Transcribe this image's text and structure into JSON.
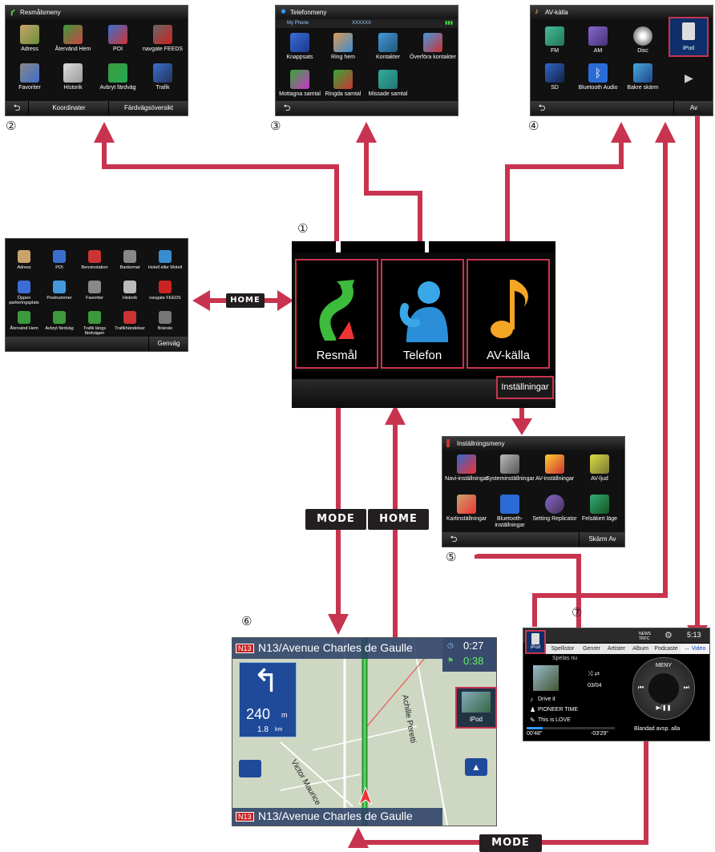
{
  "colors": {
    "arrow": "#c8344f",
    "keycap": "#231f20"
  },
  "callouts": {
    "n1": "①",
    "n2": "②",
    "n3": "③",
    "n4": "④",
    "n5": "⑤",
    "n6": "⑥",
    "n7": "⑦"
  },
  "keys": {
    "home_left": "HOME",
    "mode_center": "MODE",
    "home_center": "HOME",
    "mode_bottom": "MODE"
  },
  "main_menu": {
    "resmal": "Resmål",
    "telefon": "Telefon",
    "av": "AV-källa",
    "settings": "Inställningar"
  },
  "dest_menu": {
    "title": "Resmålsmeny",
    "items": [
      "Adress",
      "Återvänd Hem",
      "POI",
      "navgate FEEDS",
      "Favoriter",
      "Historik",
      "Avbryt färdväg",
      "Trafik"
    ],
    "bottom": [
      "Koordinater",
      "Färdvägsöversikt"
    ]
  },
  "phone_menu": {
    "title": "Telefonmeny",
    "phone_name": "My Phone",
    "device": "XXXXXX",
    "items": [
      "Knappsats",
      "Ring hem",
      "Kontakter",
      "Överföra kontakter",
      "Mottagna samtal",
      "Ringda samtal",
      "Missade samtal"
    ]
  },
  "av_menu": {
    "title": "AV-källa",
    "items": [
      "FM",
      "AM",
      "Disc",
      "iPod",
      "SD",
      "Bluetooth Audio",
      "Bakre skärm"
    ],
    "bottom": "Av"
  },
  "shortcut_menu": {
    "items": [
      "Adress",
      "POI",
      "Bensinstation",
      "Bankomat",
      "Hotell eller Motell",
      "Öppen parkeringsplats",
      "Postnummer",
      "Favoriter",
      "Historik",
      "navgate FEEDS",
      "Återvänd Hem",
      "Avbryt färdväg",
      "Trafik längs färdvägen",
      "Trafikhändelser",
      "Bränsle"
    ],
    "bottom": "Genväg"
  },
  "settings_menu": {
    "title": "Inställningsmeny",
    "items": [
      "Navi-inställningar",
      "Systeminställningar",
      "AV-inställningar",
      "AV-ljud",
      "Kartinställningar",
      "Bluetooth-inställningar",
      "Setting Replicator",
      "Felsäkert läge"
    ],
    "bottom": "Skärm Av"
  },
  "map": {
    "top_street": "N13/Avenue Charles de Gaulle",
    "bottom_street": "N13/Avenue Charles de Gaulle",
    "road_badge": "N13",
    "time1": "0:27",
    "time2": "0:38",
    "distance": "240",
    "distance_unit": "m",
    "next_dist": "1.8",
    "next_unit": "km",
    "street_a": "Achille Peretti",
    "street_b": "Victor Maurice",
    "ipod_label": "iPod"
  },
  "av_screen": {
    "ipod_label": "iPod",
    "news": "NEWS TRFC",
    "clock": "5:13",
    "tabs": [
      "Spellistor",
      "Genrer",
      "Artister",
      "Album",
      "Podcaste",
      "↔ Video"
    ],
    "now_playing": "Spelas nu",
    "track_num": "03/04",
    "song": "Drive it",
    "artist": "PIONEER TIME",
    "album": "This is LOVE",
    "elapsed": "00'48\"",
    "remaining": "-03'29\"",
    "menu": "MENY",
    "shuffle": "Blandad avsp. alla"
  }
}
